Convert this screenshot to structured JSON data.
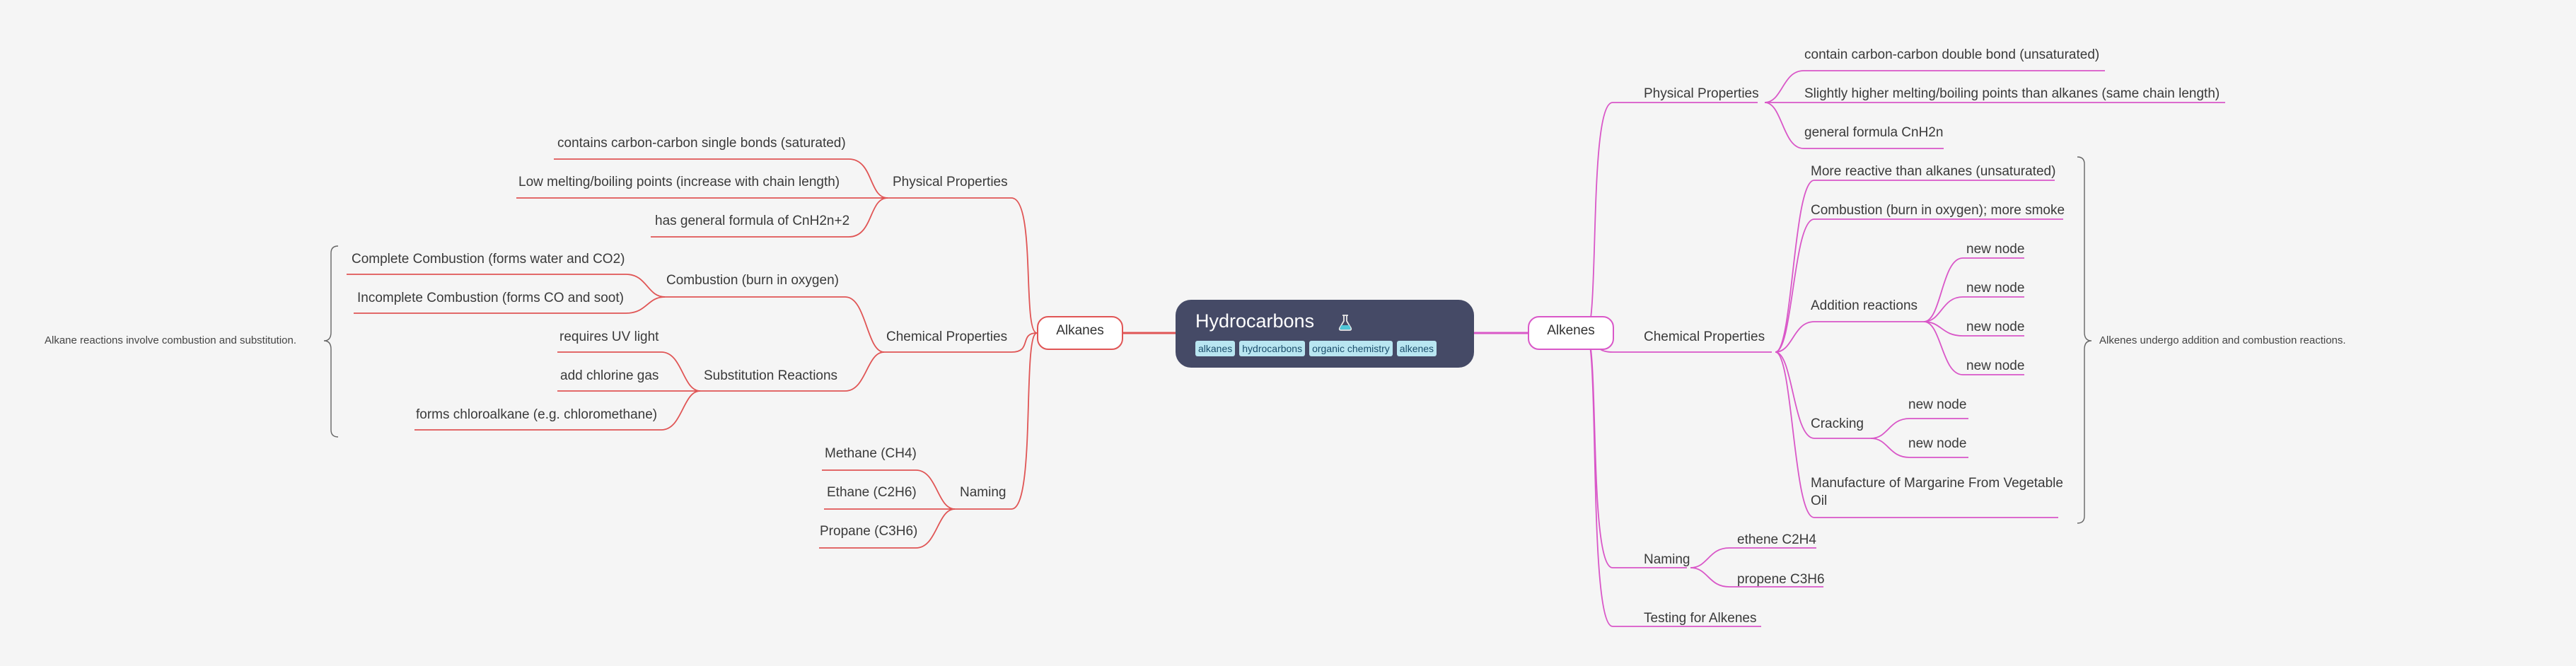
{
  "central": {
    "title": "Hydrocarbons",
    "icon": "test-tube-icon",
    "tags": [
      "alkanes",
      "hydrocarbons",
      "organic chemistry",
      "alkenes"
    ]
  },
  "alkanes": {
    "label": "Alkanes",
    "color": "#e05555",
    "physical": {
      "label": "Physical Properties",
      "items": [
        "contains carbon-carbon single bonds (saturated)",
        "Low melting/boiling points (increase with chain length)",
        "has general formula of CnH2n+2"
      ]
    },
    "chemical": {
      "label": "Chemical Properties",
      "combustion": {
        "label": "Combustion (burn in oxygen)",
        "items": [
          "Complete Combustion (forms water and CO2)",
          "Incomplete Combustion (forms CO and soot)"
        ]
      },
      "substitution": {
        "label": "Substitution Reactions",
        "items": [
          "requires UV light",
          "add chlorine gas",
          "forms chloroalkane (e.g. chloromethane)"
        ]
      }
    },
    "naming": {
      "label": "Naming",
      "items": [
        "Methane (CH4)",
        "Ethane (C2H6)",
        "Propane (C3H6)"
      ]
    },
    "summary": "Alkane reactions involve combustion and substitution."
  },
  "alkenes": {
    "label": "Alkenes",
    "color": "#d957c8",
    "physical": {
      "label": "Physical Properties",
      "items": [
        "contain carbon-carbon double bond (unsaturated)",
        "Slightly higher melting/boiling points than alkanes (same chain length)",
        "general formula CnH2n"
      ]
    },
    "chemical": {
      "label": "Chemical Properties",
      "reactive": "More reactive than alkanes (unsaturated)",
      "combustion": "Combustion (burn in oxygen); more smoke",
      "addition": {
        "label": "Addition reactions",
        "items": [
          "new node",
          "new node",
          "new node",
          "new node"
        ]
      },
      "cracking": {
        "label": "Cracking",
        "items": [
          "new node",
          "new node"
        ]
      },
      "margarine_line1": "Manufacture of Margarine From Vegetable",
      "margarine_line2": "Oil"
    },
    "naming": {
      "label": "Naming",
      "items": [
        "ethene C2H4",
        "propene C3H6"
      ]
    },
    "testing": "Testing for Alkenes",
    "summary": "Alkenes undergo addition and combustion reactions."
  }
}
